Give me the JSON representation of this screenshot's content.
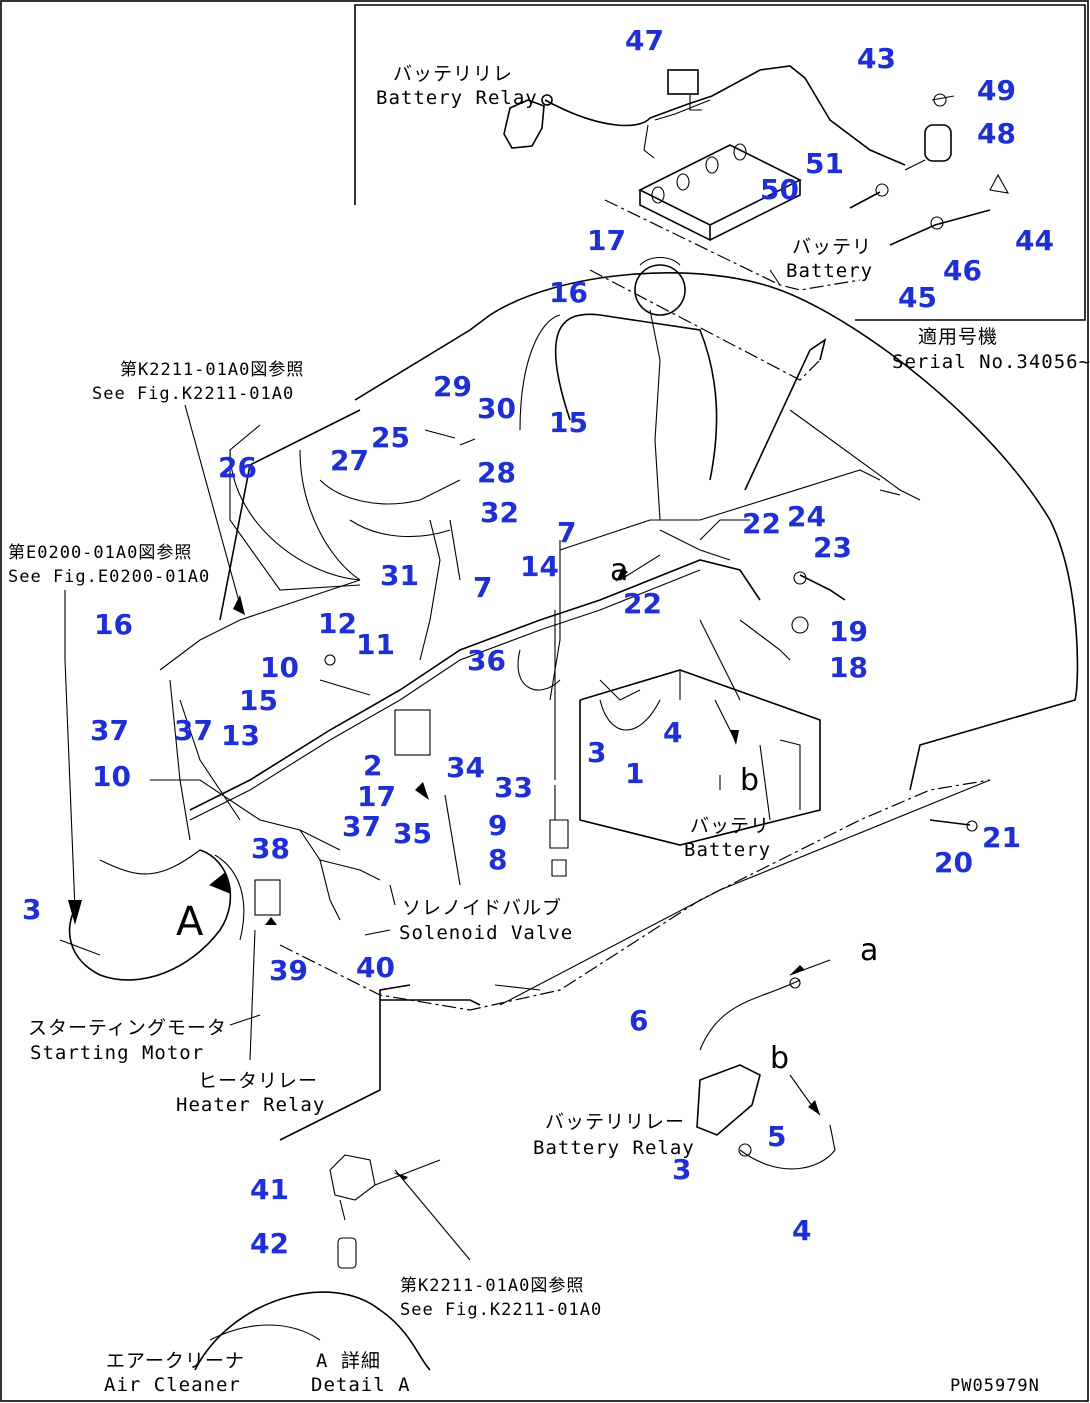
{
  "diagram_code": "PW05979N",
  "detail_letter": "A",
  "pointer_letters": {
    "a": "a",
    "b": "b"
  },
  "colors": {
    "callout": "#1f2fd6",
    "line": "#000000"
  },
  "labels": {
    "battery_relay_top_jp": "バッテリリレ",
    "battery_relay_top_en": "Battery Relay",
    "battery_top_jp": "バッテリ",
    "battery_top_en": "Battery",
    "serial_jp": "適用号機",
    "serial_en": "Serial No.34056~",
    "see_k2211_jp": "第K2211-01A0図参照",
    "see_k2211_en": "See Fig.K2211-01A0",
    "see_e0200_jp": "第E0200-01A0図参照",
    "see_e0200_en": "See Fig.E0200-01A0",
    "battery_mid_jp": "バッテリ",
    "battery_mid_en": "Battery",
    "solenoid_jp": "ソレノイドバルブ",
    "solenoid_en": "Solenoid Valve",
    "starting_motor_jp": "スターティングモータ",
    "starting_motor_en": "Starting Motor",
    "heater_relay_jp": "ヒータリレー",
    "heater_relay_en": "Heater Relay",
    "battery_relay_bottom_jp": "バッテリリレー",
    "battery_relay_bottom_en": "Battery Relay",
    "see_k2211_bottom_jp": "第K2211-01A0図参照",
    "see_k2211_bottom_en": "See Fig.K2211-01A0",
    "air_cleaner_jp": "エアークリーナ",
    "air_cleaner_en": "Air Cleaner",
    "detail_a_jp": "A 詳細",
    "detail_a_en": "Detail A"
  },
  "callouts": [
    {
      "id": "c47",
      "text": "47"
    },
    {
      "id": "c43",
      "text": "43"
    },
    {
      "id": "c49",
      "text": "49"
    },
    {
      "id": "c48",
      "text": "48"
    },
    {
      "id": "c51",
      "text": "51"
    },
    {
      "id": "c50",
      "text": "50"
    },
    {
      "id": "c44",
      "text": "44"
    },
    {
      "id": "c46",
      "text": "46"
    },
    {
      "id": "c45",
      "text": "45"
    },
    {
      "id": "c17a",
      "text": "17"
    },
    {
      "id": "c16a",
      "text": "16"
    },
    {
      "id": "c15a",
      "text": "15"
    },
    {
      "id": "c29",
      "text": "29"
    },
    {
      "id": "c30",
      "text": "30"
    },
    {
      "id": "c25",
      "text": "25"
    },
    {
      "id": "c26",
      "text": "26"
    },
    {
      "id": "c27",
      "text": "27"
    },
    {
      "id": "c28",
      "text": "28"
    },
    {
      "id": "c32",
      "text": "32"
    },
    {
      "id": "c7a",
      "text": "7"
    },
    {
      "id": "c22a",
      "text": "22"
    },
    {
      "id": "c24",
      "text": "24"
    },
    {
      "id": "c23",
      "text": "23"
    },
    {
      "id": "c31",
      "text": "31"
    },
    {
      "id": "c7b",
      "text": "7"
    },
    {
      "id": "c14",
      "text": "14"
    },
    {
      "id": "c22b",
      "text": "22"
    },
    {
      "id": "c19",
      "text": "19"
    },
    {
      "id": "c16b",
      "text": "16"
    },
    {
      "id": "c12",
      "text": "12"
    },
    {
      "id": "c11",
      "text": "11"
    },
    {
      "id": "c36",
      "text": "36"
    },
    {
      "id": "c18",
      "text": "18"
    },
    {
      "id": "c10a",
      "text": "10"
    },
    {
      "id": "c15b",
      "text": "15"
    },
    {
      "id": "c37a",
      "text": "37"
    },
    {
      "id": "c37b",
      "text": "37"
    },
    {
      "id": "c13",
      "text": "13"
    },
    {
      "id": "c4a",
      "text": "4"
    },
    {
      "id": "c3a",
      "text": "3"
    },
    {
      "id": "c2",
      "text": "2"
    },
    {
      "id": "c1",
      "text": "1"
    },
    {
      "id": "c34",
      "text": "34"
    },
    {
      "id": "c10b",
      "text": "10"
    },
    {
      "id": "c33",
      "text": "33"
    },
    {
      "id": "c17b",
      "text": "17"
    },
    {
      "id": "c37c",
      "text": "37"
    },
    {
      "id": "c9",
      "text": "9"
    },
    {
      "id": "c21",
      "text": "21"
    },
    {
      "id": "c38",
      "text": "38"
    },
    {
      "id": "c35",
      "text": "35"
    },
    {
      "id": "c8",
      "text": "8"
    },
    {
      "id": "c20",
      "text": "20"
    },
    {
      "id": "c3b",
      "text": "3"
    },
    {
      "id": "c39",
      "text": "39"
    },
    {
      "id": "c40",
      "text": "40"
    },
    {
      "id": "c6",
      "text": "6"
    },
    {
      "id": "c5",
      "text": "5"
    },
    {
      "id": "c3c",
      "text": "3"
    },
    {
      "id": "c4b",
      "text": "4"
    },
    {
      "id": "c41",
      "text": "41"
    },
    {
      "id": "c42",
      "text": "42"
    }
  ]
}
